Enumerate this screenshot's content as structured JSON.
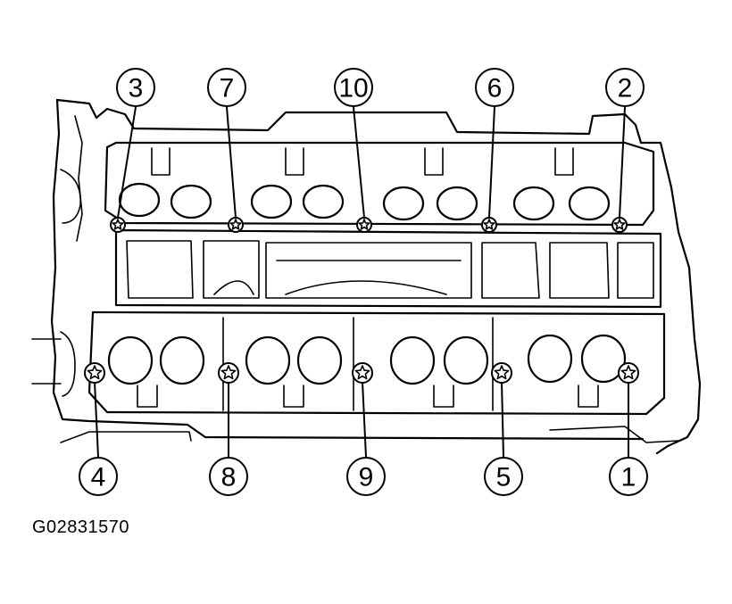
{
  "figure_id": "G02831570",
  "callouts": {
    "top": [
      "3",
      "7",
      "10",
      "6",
      "2"
    ],
    "bottom": [
      "4",
      "8",
      "9",
      "5",
      "1"
    ]
  },
  "colors": {
    "ink": "#000000",
    "paper": "#ffffff"
  },
  "icons": {
    "bolt": "star-socket-bolt-icon"
  }
}
